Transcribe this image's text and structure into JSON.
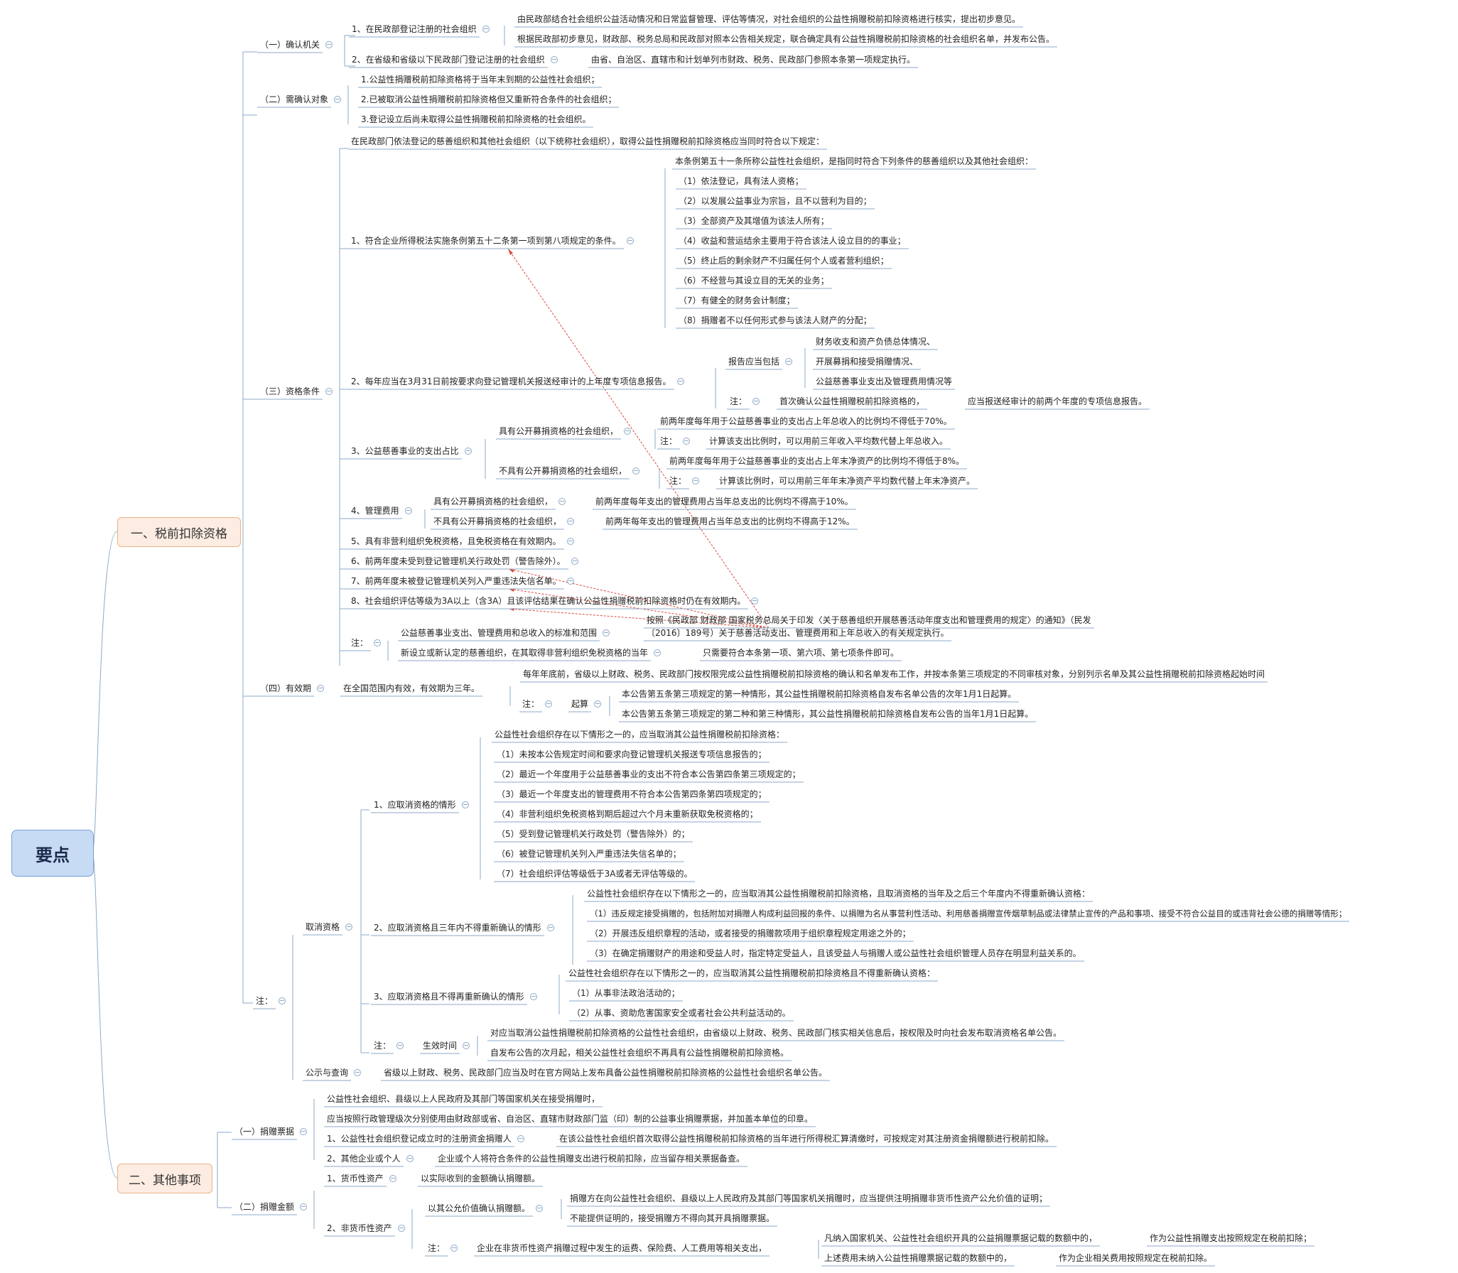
{
  "root": "要点",
  "branches": {
    "b1": {
      "label": "一、税前扣除资格",
      "confirm_org": {
        "label": "（一）确认机关",
        "c1": {
          "label": "1、在民政部登记注册的社会组织",
          "items": [
            "由民政部结合社会组织公益活动情况和日常监督管理、评估等情况，对社会组织的公益性捐赠税前扣除资格进行核实，提出初步意见。",
            "根据民政部初步意见，财政部、税务总局和民政部对照本公告相关规定，联合确定具有公益性捐赠税前扣除资格的社会组织名单，并发布公告。"
          ]
        },
        "c2": {
          "label": "2、在省级和省级以下民政部门登记注册的社会组织",
          "detail": "由省、自治区、直辖市和计划单列市财政、税务、民政部门参照本条第一项规定执行。"
        }
      },
      "targets": {
        "label": "（二）需确认对象",
        "items": [
          "1.公益性捐赠税前扣除资格将于当年末到期的公益性社会组织；",
          "2.已被取消公益性捐赠税前扣除资格但又重新符合条件的社会组织；",
          "3.登记设立后尚未取得公益性捐赠税前扣除资格的社会组织。"
        ]
      },
      "conditions": {
        "label": "（三）资格条件",
        "intro": "在民政部门依法登记的慈善组织和其他社会组织（以下统称社会组织），取得公益性捐赠税前扣除资格应当同时符合以下规定：",
        "k1": {
          "label": "1、符合企业所得税法实施条例第五十二条第一项到第八项规定的条件。",
          "intro": "本条例第五十一条所称公益性社会组织，是指同时符合下列条件的慈善组织以及其他社会组织：",
          "items": [
            "（1）依法登记，具有法人资格；",
            "（2）以发展公益事业为宗旨，且不以营利为目的；",
            "（3）全部资产及其增值为该法人所有；",
            "（4）收益和营运结余主要用于符合该法人设立目的的事业；",
            "（5）终止后的剩余财产不归属任何个人或者营利组织；",
            "（6）不经营与其设立目的无关的业务；",
            "（7）有健全的财务会计制度；",
            "（8）捐赠者不以任何形式参与该法人财产的分配；"
          ]
        },
        "k2": {
          "label": "2、每年应当在3月31日前按要求向登记管理机关报送经审计的上年度专项信息报告。",
          "report_label": "报告应当包括",
          "report_items": [
            "财务收支和资产负债总体情况、",
            "开展募捐和接受捐赠情况、",
            "公益慈善事业支出及管理费用情况等"
          ],
          "note_label": "注：",
          "note_text": "首次确认公益性捐赠税前扣除资格的，",
          "note_detail": "应当报送经审计的前两个年度的专项信息报告。"
        },
        "k3": {
          "label": "3、公益慈善事业的支出占比",
          "a_label": "具有公开募捐资格的社会组织，",
          "a_text": "前两年度每年用于公益慈善事业的支出占上年总收入的比例均不得低于70%。",
          "a_note_label": "注：",
          "a_note": "计算该支出比例时，可以用前三年收入平均数代替上年总收入。",
          "b_label": "不具有公开募捐资格的社会组织，",
          "b_text": "前两年度每年用于公益慈善事业的支出占上年末净资产的比例均不得低于8%。",
          "b_note_label": "注：",
          "b_note": "计算该比例时，可以用前三年年末净资产平均数代替上年末净资产。"
        },
        "k4": {
          "label": "4、管理费用",
          "a_label": "具有公开募捐资格的社会组织，",
          "a_text": "前两年度每年支出的管理费用占当年总支出的比例均不得高于10%。",
          "b_label": "不具有公开募捐资格的社会组织，",
          "b_text": "前两年每年支出的管理费用占当年总支出的比例均不得高于12%。"
        },
        "k5": "5、具有非营利组织免税资格，且免税资格在有效期内。",
        "k6": "6、前两年度未受到登记管理机关行政处罚（警告除外）。",
        "k7": "7、前两年度未被登记管理机关列入严重违法失信名单。",
        "k8": "8、社会组织评估等级为3A以上（含3A）且该评估结果在确认公益性捐赠税前扣除资格时仍在有效期内。",
        "note": {
          "label": "注：",
          "n1_label": "公益慈善事业支出、管理费用和总收入的标准和范围",
          "n1_text_1": "按照《民政部 财政部 国家税务总局关于印发〈关于慈善组织开展慈善活动年度支出和管理费用的规定〉的通知》（民发",
          "n1_text_2": "〔2016〕189号）关于慈善活动支出、管理费用和上年总收入的有关规定执行。",
          "n2_label": "新设立或新认定的慈善组织，在其取得非营利组织免税资格的当年",
          "n2_text": "只需要符合本条第一项、第六项、第七项条件即可。"
        }
      },
      "validity": {
        "label": "（四）有效期",
        "text": "在全国范围内有效，有效期为三年。",
        "intro": "每年年底前，省级以上财政、税务、民政部门按权限完成公益性捐赠税前扣除资格的确认和名单发布工作，并按本条第三项规定的不同审核对象，分别列示名单及其公益性捐赠税前扣除资格起始时间",
        "note_label": "注：",
        "start_label": "起算",
        "start_items": [
          "本公告第五条第三项规定的第一种情形，其公益性捐赠税前扣除资格自发布名单公告的次年1月1日起算。",
          "本公告第五条第三项规定的第二种和第三种情形，其公益性捐赠税前扣除资格自发布公告的当年1月1日起算。"
        ]
      },
      "note": {
        "label": "注：",
        "cancel": {
          "label": "取消资格",
          "r1": {
            "label": "1、应取消资格的情形",
            "intro": "公益性社会组织存在以下情形之一的，应当取消其公益性捐赠税前扣除资格：",
            "items": [
              "（1）未按本公告规定时间和要求向登记管理机关报送专项信息报告的；",
              "（2）最近一个年度用于公益慈善事业的支出不符合本公告第四条第三项规定的；",
              "（3）最近一个年度支出的管理费用不符合本公告第四条第四项规定的；",
              "（4）非营利组织免税资格到期后超过六个月未重新获取免税资格的；",
              "（5）受到登记管理机关行政处罚（警告除外）的；",
              "（6）被登记管理机关列入严重违法失信名单的；",
              "（7）社会组织评估等级低于3A或者无评估等级的。"
            ]
          },
          "r2": {
            "label": "2、应取消资格且三年内不得重新确认的情形",
            "intro": "公益性社会组织存在以下情形之一的，应当取消其公益性捐赠税前扣除资格，且取消资格的当年及之后三个年度内不得重新确认资格：",
            "items": [
              "（1）违反规定接受捐赠的，包括附加对捐赠人构成利益回报的条件、以捐赠为名从事营利性活动、利用慈善捐赠宣传烟草制品或法律禁止宣传的产品和事项、接受不符合公益目的或违背社会公德的捐赠等情形；",
              "（2）开展违反组织章程的活动，或者接受的捐赠款项用于组织章程规定用途之外的；",
              "（3）在确定捐赠财产的用途和受益人时，指定特定受益人，且该受益人与捐赠人或公益性社会组织管理人员存在明显利益关系的。"
            ]
          },
          "r3": {
            "label": "3、应取消资格且不得再重新确认的情形",
            "intro": "公益性社会组织存在以下情形之一的，应当取消其公益性捐赠税前扣除资格且不得重新确认资格：",
            "items": [
              "（1）从事非法政治活动的；",
              "（2）从事、资助危害国家安全或者社会公共利益活动的。"
            ]
          },
          "r4": {
            "label": "注：",
            "effect_label": "生效时间",
            "items": [
              "对应当取消公益性捐赠税前扣除资格的公益性社会组织，由省级以上财政、税务、民政部门核实相关信息后，按权限及时向社会发布取消资格名单公告。",
              "自发布公告的次月起，相关公益性社会组织不再具有公益性捐赠税前扣除资格。"
            ]
          }
        },
        "publish": {
          "label": "公示与查询",
          "text": "省级以上财政、税务、民政部门应当及时在官方网站上发布具备公益性捐赠税前扣除资格的公益性社会组织名单公告。"
        }
      }
    },
    "b2": {
      "label": "二、其他事项",
      "receipt": {
        "label": "（一）捐赠票据",
        "items": [
          "公益性社会组织、县级以上人民政府及其部门等国家机关在接受捐赠时，",
          "应当按照行政管理级次分别使用由财政部或省、自治区、直辖市财政部门监（印）制的公益事业捐赠票据，并加盖本单位的印章。"
        ],
        "r1_label": "1、公益性社会组织登记成立时的注册资金捐赠人",
        "r1_text": "在该公益性社会组织首次取得公益性捐赠税前扣除资格的当年进行所得税汇算清缴时，可按规定对其注册资金捐赠额进行税前扣除。",
        "r2_label": "2、其他企业或个人",
        "r2_text": "企业或个人将符合条件的公益性捐赠支出进行税前扣除，应当留存相关票据备查。"
      },
      "amount": {
        "label": "（二）捐赠金额",
        "m1_label": "1、货币性资产",
        "m1_text": "以实际收到的金额确认捐赠额。",
        "m2": {
          "label": "2、非货币性资产",
          "fair_label": "以其公允价值确认捐赠额。",
          "fair_items": [
            "捐赠方在向公益性社会组织、县级以上人民政府及其部门等国家机关捐赠时，应当提供注明捐赠非货币性资产公允价值的证明；",
            "不能提供证明的，接受捐赠方不得向其开具捐赠票据。"
          ],
          "note_label": "注：",
          "note_text": "企业在非货币性资产捐赠过程中发生的运费、保险费、人工费用等相关支出，",
          "a_text": "凡纳入国家机关、公益性社会组织开具的公益捐赠票据记载的数额中的，",
          "a_result": "作为公益性捐赠支出按照规定在税前扣除；",
          "b_text": "上述费用未纳入公益性捐赠票据记载的数额中的，",
          "b_result": "作为企业相关费用按照规定在税前扣除。"
        }
      }
    }
  }
}
